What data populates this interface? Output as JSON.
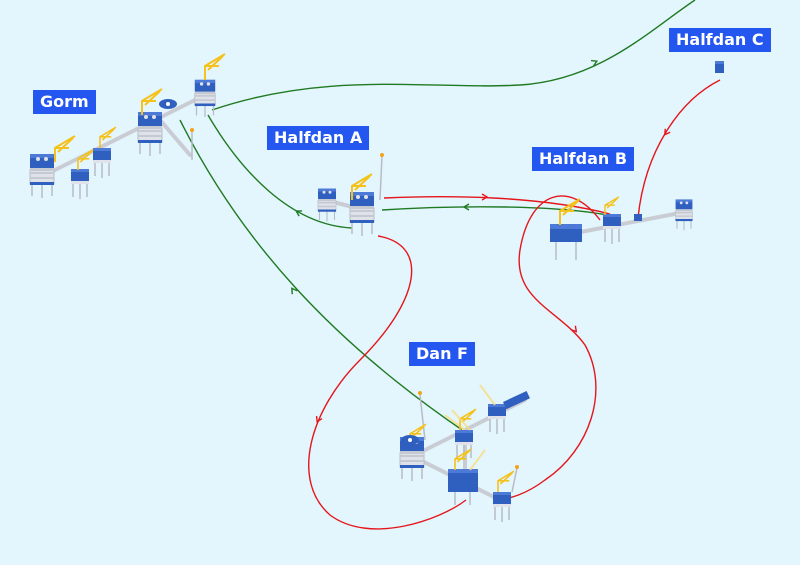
{
  "fields": [
    {
      "id": "gorm",
      "label": "Gorm"
    },
    {
      "id": "halfdan-a",
      "label": "Halfdan A"
    },
    {
      "id": "halfdan-b",
      "label": "Halfdan B"
    },
    {
      "id": "halfdan-c",
      "label": "Halfdan C"
    },
    {
      "id": "dan-f",
      "label": "Dan F"
    }
  ],
  "colors": {
    "background": "#e3f5fd",
    "label": "#2457f0",
    "gas_pipeline": "#1f7a22",
    "oil_pipeline": "#e5161b",
    "platform_blue": "#2f5fbf",
    "crane": "#f5c21b"
  }
}
